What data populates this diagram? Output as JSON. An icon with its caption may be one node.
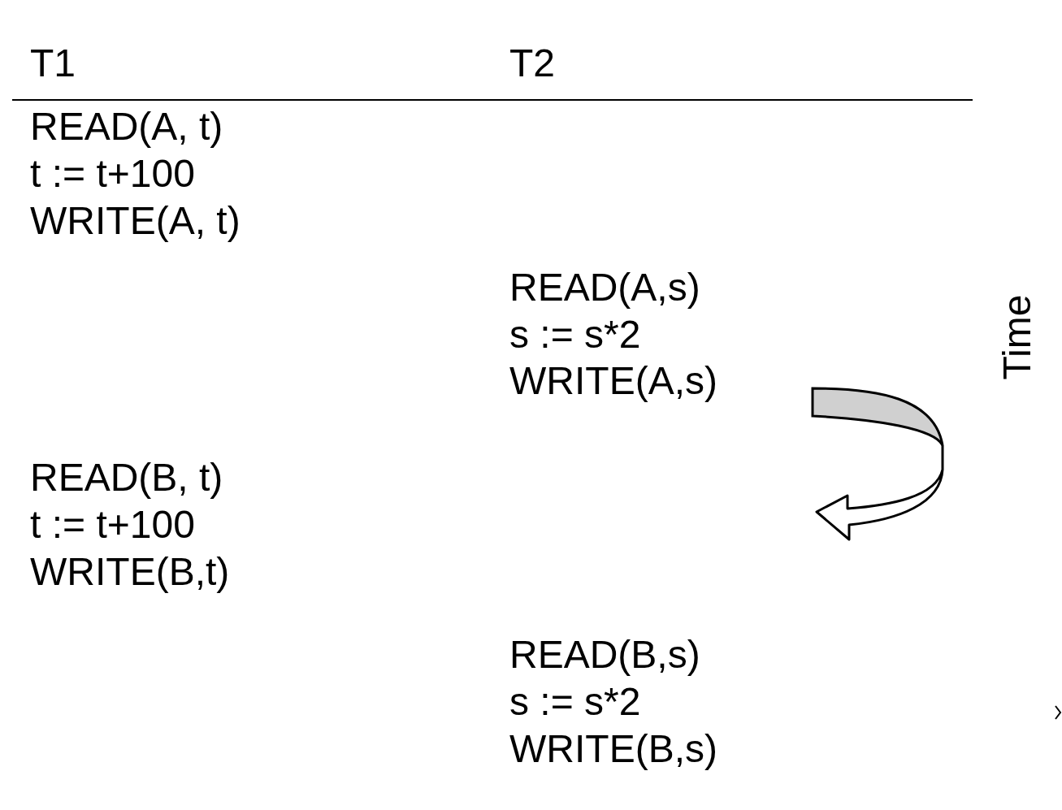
{
  "diagram": {
    "labels": [
      "T1",
      "T2",
      "READ(A, t)",
      "t := t+100",
      "WRITE(A, t)",
      "READ(A,s)",
      "s := s*2",
      "WRITE(A,s)",
      "READ(B, t)",
      "t := t+100",
      "WRITE(B,t)",
      "READ(B,s)",
      "s := s*2",
      "WRITE(B,s)",
      "Time"
    ]
  }
}
